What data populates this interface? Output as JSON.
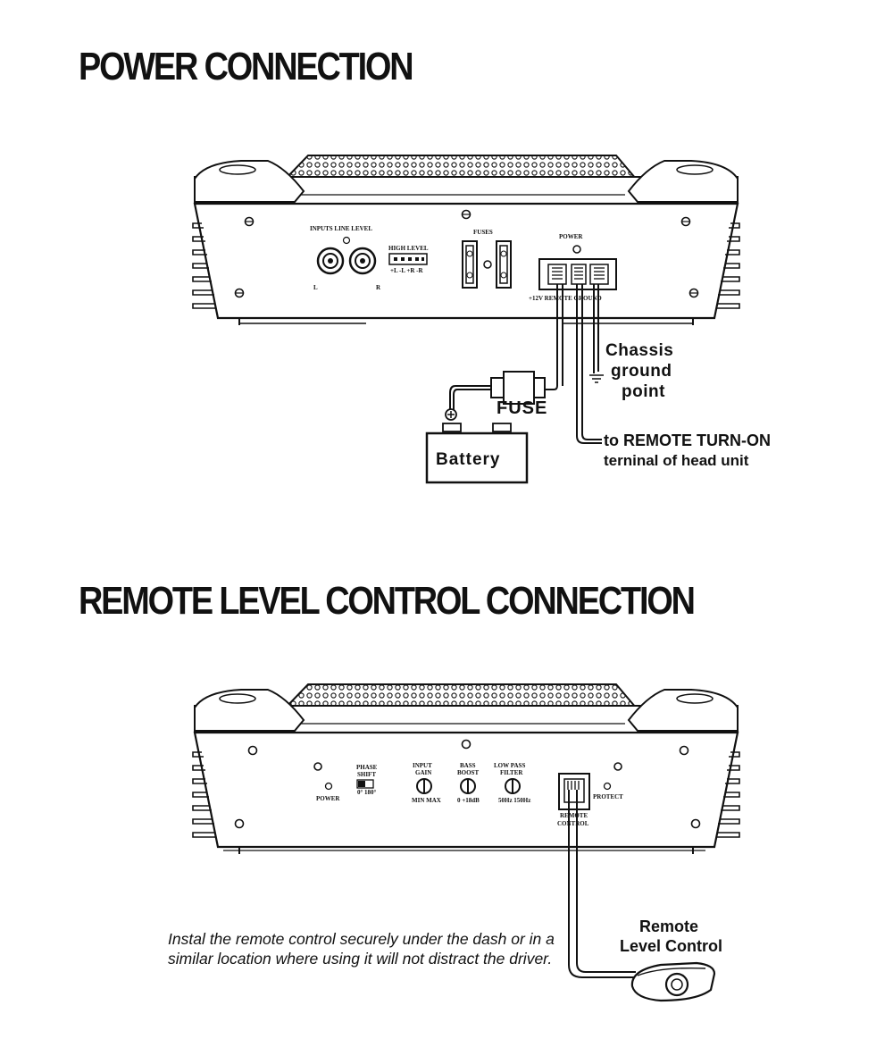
{
  "headings": {
    "power": "POWER CONNECTION",
    "remote": "REMOTE LEVEL CONTROL CONNECTION"
  },
  "amp1": {
    "inputs_label": "INPUTS LINE LEVEL",
    "left": "L",
    "right": "R",
    "high_level": "HIGH LEVEL",
    "high_level_sub": "+L -L +R -R",
    "fuses": "FUSES",
    "power": "POWER",
    "terminals": "+12V REMOTE GROUND"
  },
  "power_labels": {
    "fuse": "FUSE",
    "battery": "Battery",
    "chassis_1": "Chassis",
    "chassis_2": "ground",
    "chassis_3": "point",
    "remote_1": "to REMOTE TURN-ON",
    "remote_2": "terninal of head unit"
  },
  "amp2": {
    "power_led": "POWER",
    "phase_1": "PHASE",
    "phase_2": "SHIFT",
    "phase_sub": "0°  180°",
    "gain_1": "INPUT",
    "gain_2": "GAIN",
    "gain_sub": "MIN  MAX",
    "bass_1": "BASS",
    "bass_2": "BOOST",
    "bass_sub": "0  +18dB",
    "lpf_1": "LOW PASS",
    "lpf_2": "FILTER",
    "lpf_sub": "50Hz 150Hz",
    "remote_1": "REMOTE",
    "remote_2": "CONTROL",
    "protect": "PROTECT"
  },
  "remote_labels": {
    "title_1": "Remote",
    "title_2": "Level Control",
    "note": "Instal the remote control securely under the dash or in a similar location where using it will not distract the driver."
  }
}
